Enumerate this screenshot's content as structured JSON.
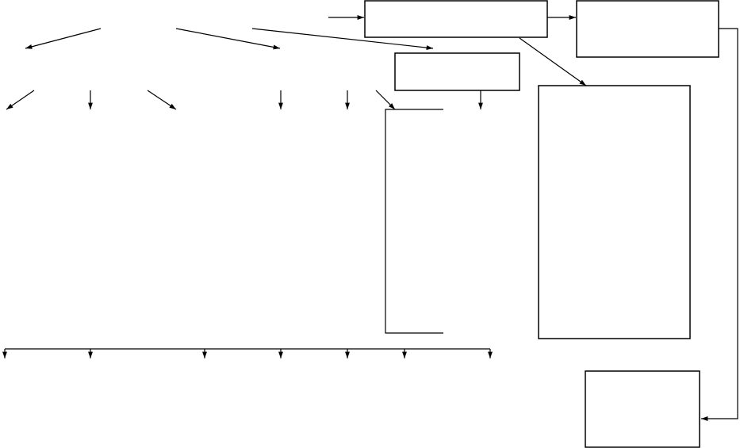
{
  "diagram": {
    "stroke_color": "#000000",
    "background_color": "#ffffff",
    "boxes": [
      {
        "id": "top-center-box",
        "label": ""
      },
      {
        "id": "top-right-box",
        "label": ""
      },
      {
        "id": "middle-box",
        "label": ""
      },
      {
        "id": "large-right-box",
        "label": ""
      },
      {
        "id": "bottom-right-box",
        "label": ""
      },
      {
        "id": "bracket-box",
        "label": ""
      }
    ]
  }
}
